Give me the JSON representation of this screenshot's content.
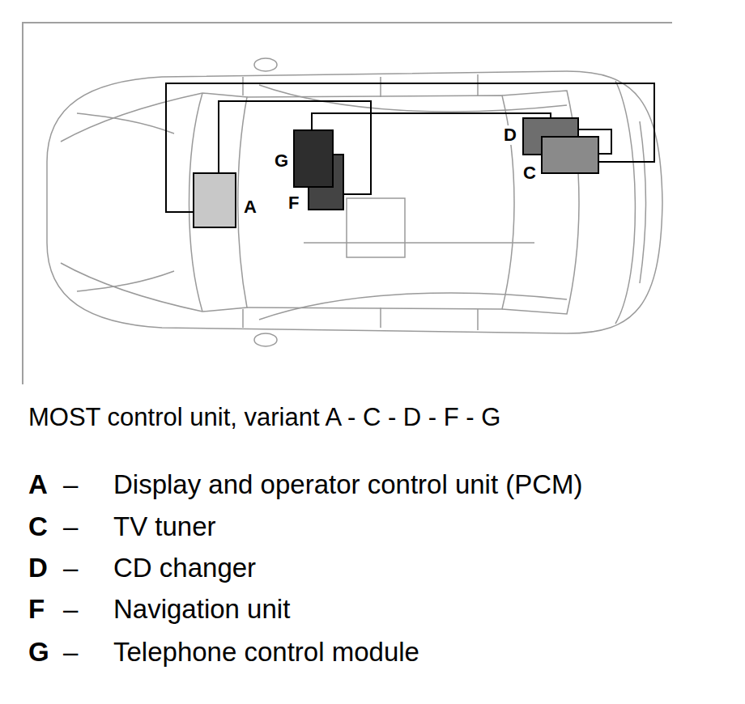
{
  "diagram": {
    "caption": "MOST control unit, variant A - C - D - F - G",
    "nodes": [
      {
        "text": [
          "A"
        ]
      },
      {
        "text": [
          "G"
        ]
      },
      {
        "text": [
          "F"
        ]
      },
      {
        "text": [
          "D"
        ]
      },
      {
        "text": [
          "C"
        ]
      }
    ],
    "edges": [
      {
        "from": 0,
        "to": 2,
        "arrow": "none"
      },
      {
        "from": 1,
        "to": 3,
        "arrow": "none"
      },
      {
        "from": 3,
        "to": 4,
        "arrow": "none"
      },
      {
        "from": 4,
        "to": 0,
        "arrow": "none"
      }
    ],
    "labels": [
      "A",
      "–",
      "Display and operator control unit (PCM)",
      "C",
      "–",
      "TV tuner",
      "D",
      "–",
      "CD changer",
      "F",
      "–",
      "Navigation unit",
      "G",
      "–",
      "Telephone control module"
    ]
  }
}
